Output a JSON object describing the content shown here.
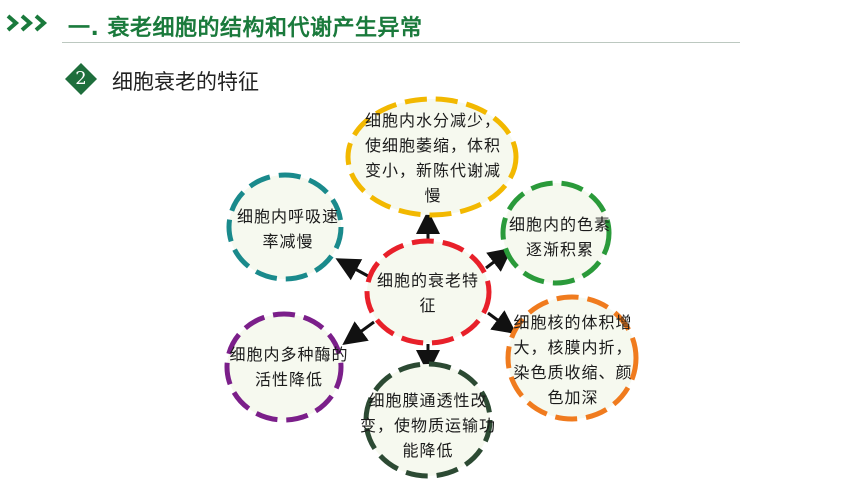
{
  "header": {
    "title": "一. 衰老细胞的结构和代谢产生异常",
    "section_number": "2",
    "section_title": "细胞衰老的特征"
  },
  "diagram": {
    "center": "细胞的衰老特征",
    "nodes": [
      {
        "id": "water",
        "text": "细胞内水分减少，使细胞萎缩，体积变小，新陈代谢减慢",
        "color": "#f2b800"
      },
      {
        "id": "respiration",
        "text": "细胞内呼吸速率减慢",
        "color": "#1a8a8c"
      },
      {
        "id": "pigment",
        "text": "细胞内的色素逐渐积累",
        "color": "#2a9a3a"
      },
      {
        "id": "enzyme",
        "text": "细胞内多种酶的活性降低",
        "color": "#7b1f8a"
      },
      {
        "id": "nucleus",
        "text": "细胞核的体积增大，核膜内折，染色质收缩、颜色加深",
        "color": "#f07b1e"
      },
      {
        "id": "membrane",
        "text": "细胞膜通透性改变，使物质运输功能降低",
        "color": "#2c4a33"
      }
    ],
    "center_color": "#e8202a"
  }
}
